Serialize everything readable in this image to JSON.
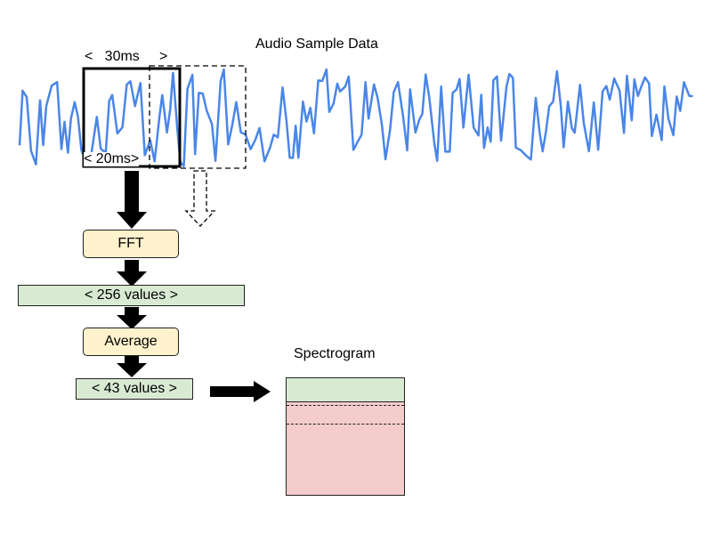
{
  "waveform": {
    "title": "Audio Sample Data",
    "window_label": "<   30ms     >",
    "hop_label": "< 20ms>",
    "color": "#4a86e8"
  },
  "pipeline": {
    "fft_label": "FFT",
    "fft_values_label": "< 256 values >",
    "average_label": "Average",
    "avg_values_label": "< 43 values >",
    "yellow_fill": "#fff2cc",
    "green_fill": "#d9ead3"
  },
  "spectrogram": {
    "title": "Spectrogram",
    "top_row_color": "#d9ead3",
    "body_color": "#f4cccc"
  }
}
